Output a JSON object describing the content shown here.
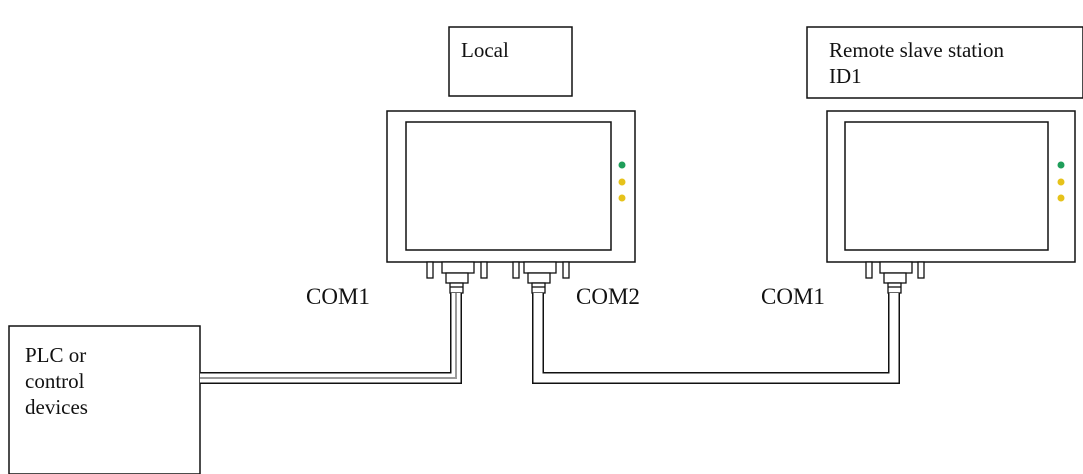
{
  "labels": {
    "local": "Local",
    "remote_line1": "Remote slave station",
    "remote_line2": "ID1",
    "local_com1": "COM1",
    "local_com2": "COM2",
    "remote_com1": "COM1",
    "plc_line1": "PLC or",
    "plc_line2": "control",
    "plc_line3": "devices"
  },
  "colors": {
    "led_green": "#1f9e5a",
    "led_yellow": "#e6c21a",
    "stroke": "#111111",
    "cable_inner": "#9a9a9a"
  }
}
